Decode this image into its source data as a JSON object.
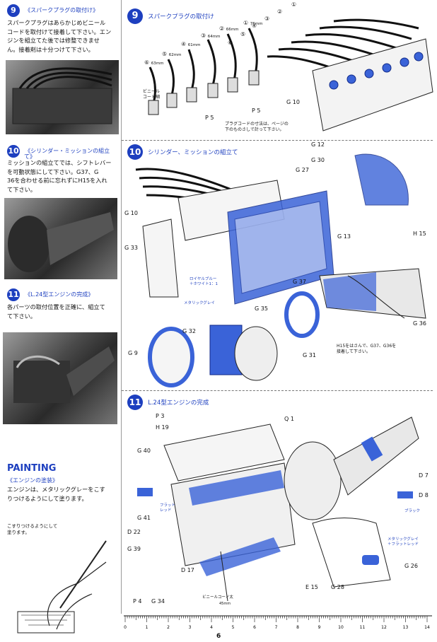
{
  "left": {
    "step9": {
      "num": "9",
      "title": "《スパークプラグの取付け》",
      "body": [
        "スパークプラグはあらかじめビニール",
        "コードを取付けて接着して下さい。エン",
        "ジンを組立てた後では修整できませ",
        "ん。接着剤は十分つけて下さい。"
      ]
    },
    "step10": {
      "num": "10",
      "title": "《シリンダー・ミッションの組立",
      "title2": "て》",
      "body": [
        "ミッションの組立てでは、シフトレバー",
        "を可動状態にして下さい。G37、G",
        "36を合わせる前に忘れずにH15を入れ",
        "て下さい。"
      ]
    },
    "step11": {
      "num": "11",
      "title": "《L.24型エンジンの完成》",
      "body": [
        "各パーツの取付位置を正確に、組立て",
        "て下さい。"
      ]
    },
    "painting": {
      "heading": "PAINTING",
      "sub": "《エンジンの塗装》",
      "body": [
        "エンジンは、メタリックグレーをこす",
        "りつけるようにして塗ります。"
      ]
    },
    "brush_note": [
      "こすりつけるようにして",
      "塗ります。"
    ]
  },
  "right": {
    "step9": {
      "num": "9",
      "title": "スパークプラグの取付け",
      "wires": [
        "①",
        "②",
        "③",
        "④",
        "⑤",
        "⑥"
      ],
      "lengths": [
        "76mm",
        "66mm",
        "64mm",
        "61mm",
        "62mm",
        "63mm"
      ],
      "cord_label": [
        "ビニール",
        "コード細"
      ],
      "p5a": "P 5",
      "p5b": "P 5",
      "g10": "G 10",
      "note": [
        "プラグコードの寸法は、ページの",
        "下のものさしで計って下さい。"
      ]
    },
    "step10": {
      "num": "10",
      "title": "シリンダー、ミッションの組立て",
      "g27": "G 27",
      "g12": "G 12",
      "g30": "G 30",
      "g10": "G 10",
      "g13": "G 13",
      "h15": "H 15",
      "g33": "G 33",
      "g37": "G 37",
      "g36": "G 36",
      "g35": "G 35",
      "g32": "G 32",
      "g9": "G 9",
      "g31": "G 31",
      "royal_blue": [
        "ロイヤルブルー",
        "＋ホワイト1：1"
      ],
      "metallic_gray": "メタリックグレイ",
      "note": [
        "H15をはさんで、G37、G36を",
        "接着して下さい。"
      ]
    },
    "step11": {
      "num": "11",
      "title": "L.24型エンジンの完成",
      "p3": "P 3",
      "q1": "Q 1",
      "h19": "H 19",
      "g40": "G 40",
      "d7": "D 7",
      "d8": "D 8",
      "flat_red": [
        "フラット",
        "レッド"
      ],
      "black": "ブラック",
      "g41": "G 41",
      "d22": "D 22",
      "g39": "G 39",
      "mg_fr": [
        "メタリックグレイ",
        "＋フラットレッド"
      ],
      "g26": "G 26",
      "d17": "D 17",
      "p4": "P 4",
      "g34": "G 34",
      "e15": "E 15",
      "g28": "G 28",
      "vinyl_thick": "ビニールコード太",
      "vinyl_len": "45mm"
    }
  },
  "ruler": {
    "ticks": [
      "0",
      "1",
      "2",
      "3",
      "4",
      "5",
      "6",
      "7",
      "8",
      "9",
      "10",
      "11",
      "12",
      "13",
      "14"
    ]
  },
  "page_number": "6",
  "colors": {
    "accent": "#1d3fbf",
    "part_fill": "#3a63d8"
  }
}
